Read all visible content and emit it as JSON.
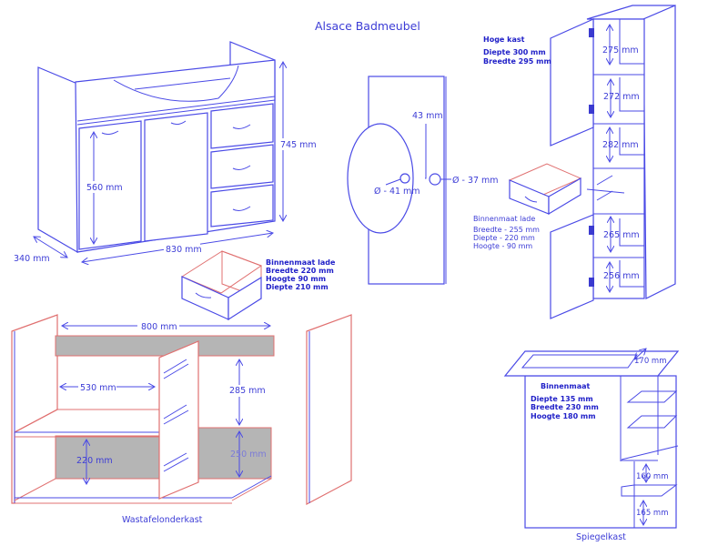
{
  "title": "Alsace Badmeubel",
  "vanity": {
    "height": "745 mm",
    "door_height": "560 mm",
    "width": "830 mm",
    "depth": "340 mm",
    "drawer_info": [
      "Binnenmaat lade",
      "Breedte 220 mm",
      "Hoogte 90 mm",
      "Diepte 210 mm"
    ]
  },
  "sink_top": {
    "offset": "43 mm",
    "drain_diameter": "Ø - 41 mm",
    "tap_diameter": "Ø - 37 mm"
  },
  "tall_cabinet": {
    "info": [
      "Hoge kast",
      "Diepte 300 mm",
      "Breedte 295 mm"
    ],
    "compartments": [
      "275 mm",
      "272 mm",
      "282 mm",
      "265 mm",
      "256 mm"
    ],
    "drawer_info": [
      "Binnenmaat lade",
      "Breedte - 255 mm",
      "Diepte -  220 mm",
      "Hoogte -   90 mm"
    ]
  },
  "under_sink": {
    "label": "Wastafelonderkast",
    "width": "800 mm",
    "inner_width": "530 mm",
    "upper_height": "285 mm",
    "lower_left_height": "220 mm",
    "lower_right_height": "250 mm"
  },
  "mirror_cabinet": {
    "label": "Spiegelkast",
    "info": [
      "Binnenmaat",
      "Diepte  135 mm",
      "Breedte 230 mm",
      "Hoogte 180 mm"
    ],
    "top_depth": "170 mm",
    "shelf_gap_upper": "160 mm",
    "shelf_gap_lower": "165 mm"
  },
  "colors": {
    "line": "#4a4ae6",
    "text": "#3c3cd6",
    "accent_red": "#e07070",
    "panel_gray": "#b5b5b5"
  }
}
